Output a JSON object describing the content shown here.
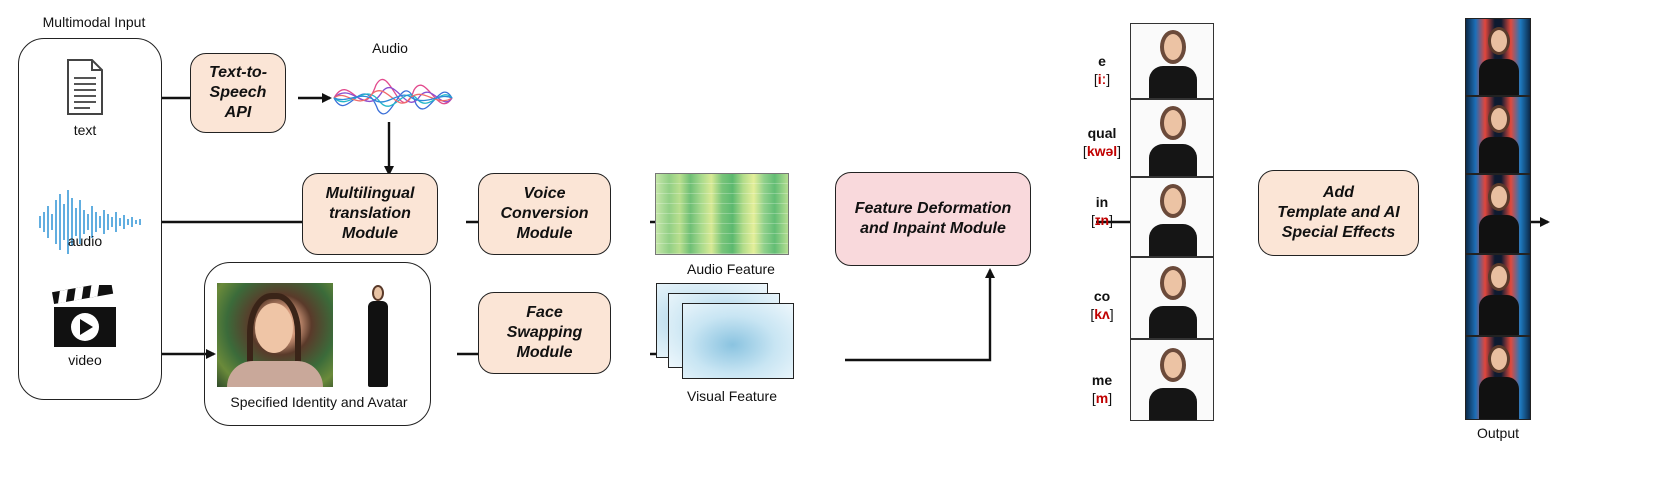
{
  "input": {
    "title": "Multimodal Input",
    "text_label": "text",
    "audio_label": "audio",
    "video_label": "video"
  },
  "modules": {
    "tts": "Text-to-\nSpeech\nAPI",
    "translation": "Multilingual\ntranslation\nModule",
    "voice": "Voice\nConversion\nModule",
    "face": "Face\nSwapping\nModule",
    "deform": "Feature Deformation\nand Inpaint Module",
    "effects": "Add\nTemplate and AI\nSpecial Effects"
  },
  "labels": {
    "audio": "Audio",
    "audio_feature": "Audio Feature",
    "visual_feature": "Visual Feature",
    "identity": "Specified Identity and Avatar",
    "output": "Output"
  },
  "phonemes": [
    {
      "word": "e",
      "ipa": "iː"
    },
    {
      "word": "qual",
      "ipa": "kwəl"
    },
    {
      "word": "in",
      "ipa": "ɪn"
    },
    {
      "word": "co",
      "ipa": "kʌ"
    },
    {
      "word": "me",
      "ipa": "m"
    }
  ],
  "colors": {
    "module_fill": "#fbe5d6",
    "deform_fill": "#f9d9dc",
    "phoneme_red": "#c00000",
    "waveform_blue": "#3a9ad9"
  }
}
